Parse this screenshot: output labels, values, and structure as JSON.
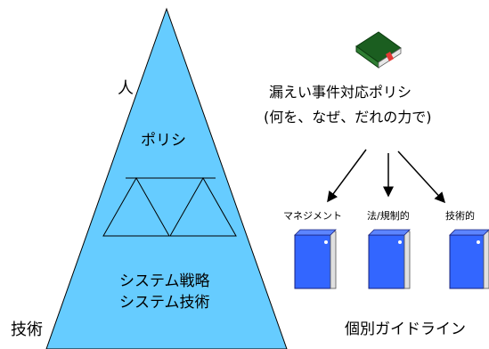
{
  "pyramid": {
    "left_label": "人",
    "bottom_left_label": "技術",
    "policy_label": "ポリシ",
    "strategy_line1": "システム戦略",
    "strategy_line2": "システム技術"
  },
  "policy_doc": {
    "title": "漏えい事件対応ポリシ",
    "subtitle": "(何を、なぜ、だれの力で)",
    "icon": "book-icon"
  },
  "binders": [
    {
      "label": "マネジメント",
      "icon": "binder-icon"
    },
    {
      "label": "法/規制的",
      "icon": "binder-icon"
    },
    {
      "label": "技術的",
      "icon": "binder-icon"
    }
  ],
  "guidelines_label": "個別ガイドライン",
  "colors": {
    "pyramid_fill": "#66ccff",
    "binder_blue": "#3366ff",
    "book_green": "#2e7d32",
    "bookmark_red": "#e53935"
  }
}
